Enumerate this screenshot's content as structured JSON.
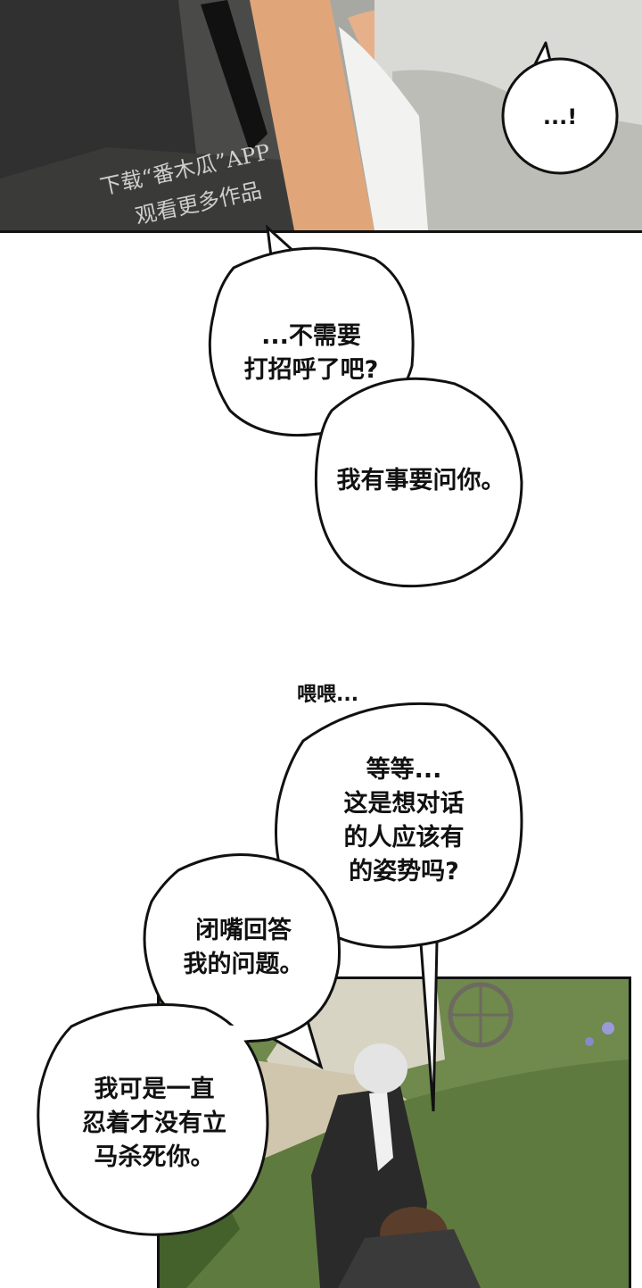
{
  "panel_top": {
    "bubble_text": "...!",
    "watermark_line1": "下载“番木瓜”APP",
    "watermark_line2": "观看更多作品"
  },
  "dialogue": {
    "bubble1_text": "...不需要\n打招呼了吧?",
    "bubble2_text": "我有事要问你。",
    "sfx": "喂喂...",
    "bubble3_text": "等等...\n这是想对话\n的人应该有\n的姿势吗?",
    "bubble4_text": "闭嘴回答\n我的问题。",
    "bubble5_text": "我可是一直\n忍着才没有立\n马杀死你。"
  },
  "colors": {
    "page_background": "#ffffff",
    "bubble_fill": "#ffffff",
    "outline": "#111111",
    "grass": "#6f8a4c",
    "stone_wall": "#d8d4c4",
    "coat": "#2a2a2a"
  }
}
